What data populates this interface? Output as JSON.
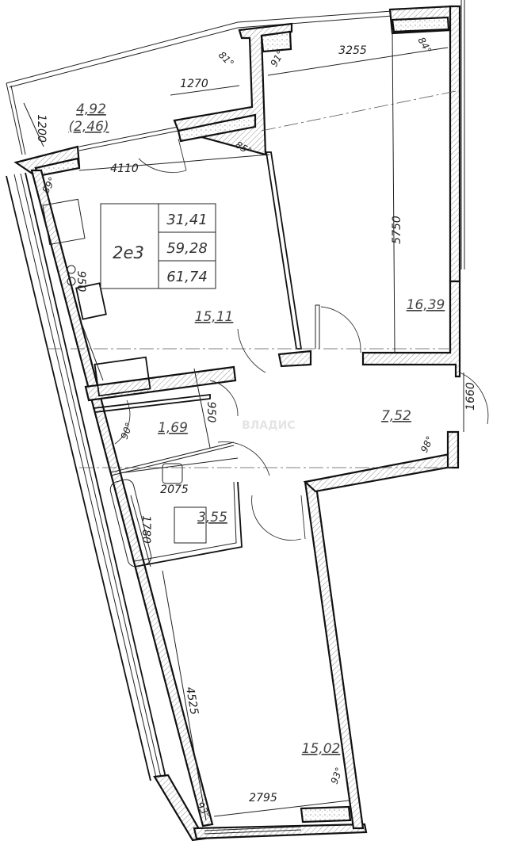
{
  "plan": {
    "apartment_code": "2е3",
    "areas": {
      "living": "31,41",
      "total": "59,28",
      "total_with_balcony": "61,74"
    },
    "rooms": {
      "balcony_area": "4,92",
      "balcony_area_reduced": "(2,46)",
      "kitchen": "15,11",
      "bedroom_top": "16,39",
      "hall": "7,52",
      "wc": "1,69",
      "bathroom": "3,55",
      "bedroom_bottom": "15,02"
    },
    "dimensions": {
      "balcony_depth": "1200",
      "balcony_offset": "1270",
      "kitchen_width": "4110",
      "bedroom_width": "3255",
      "bedroom_length": "5750",
      "kitchen_counter": "950",
      "wc_width": "950",
      "entry_width": "1660",
      "bath_length": "2075",
      "bath_width": "1780",
      "bedroom2_length": "4525",
      "bedroom2_width": "2795"
    },
    "angles": {
      "a1": "81°",
      "a2": "91°",
      "a3": "84°",
      "a4": "85°",
      "a5": "89°",
      "a6": "90°",
      "a7": "98°",
      "a8": "93°",
      "a9": "93°"
    },
    "watermark": "ВЛАДИС"
  }
}
